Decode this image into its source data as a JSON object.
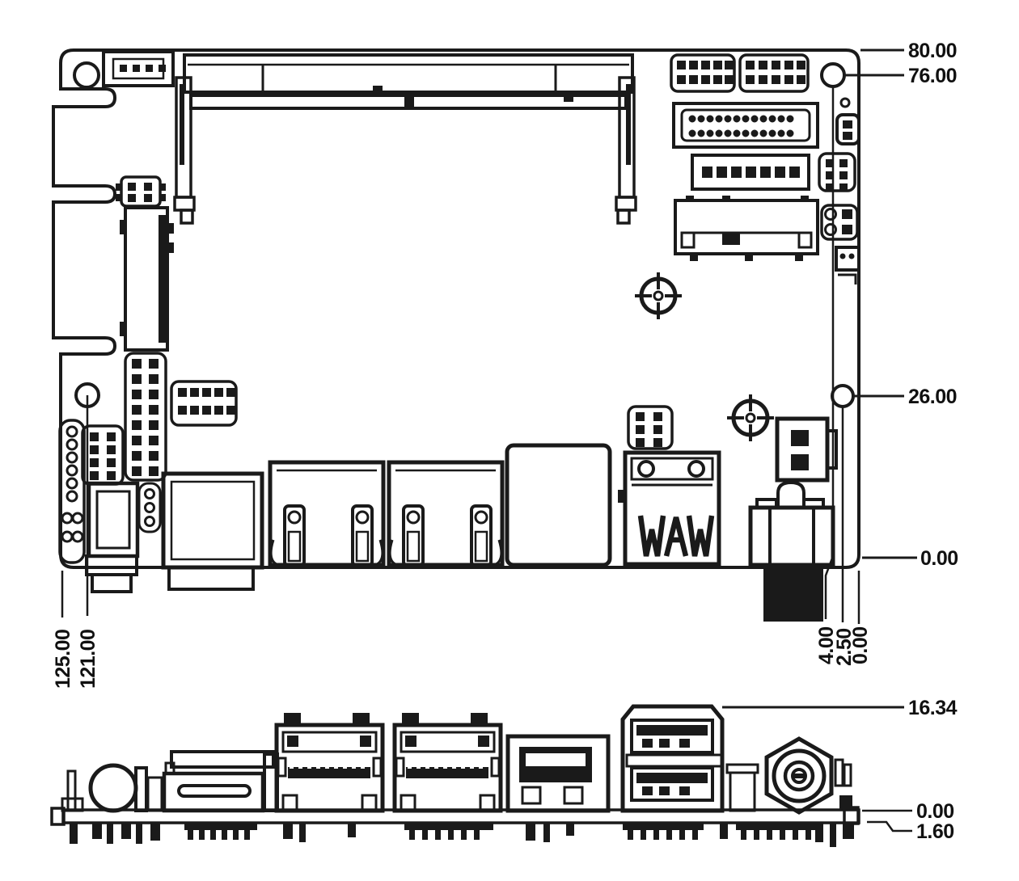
{
  "drawing": {
    "type": "mechanical-dimension-drawing",
    "colors": {
      "line": "#1a1a1a",
      "background": "#ffffff"
    }
  },
  "top_view": {
    "dims": {
      "board_top_edge": "80.00",
      "hole_top_right": "76.00",
      "hole_mid_right": "26.00",
      "board_bottom_edge": "0.00",
      "board_left_edge": "125.00",
      "hole_bottom_left": "121.00",
      "hole_offset_right": "4.00",
      "hole_mid_offset_right": "2.50",
      "board_right_edge": "0.00"
    }
  },
  "side_view": {
    "dims": {
      "max_component_height": "16.34",
      "pcb_top": "0.00",
      "pcb_thickness": "1.60"
    }
  }
}
